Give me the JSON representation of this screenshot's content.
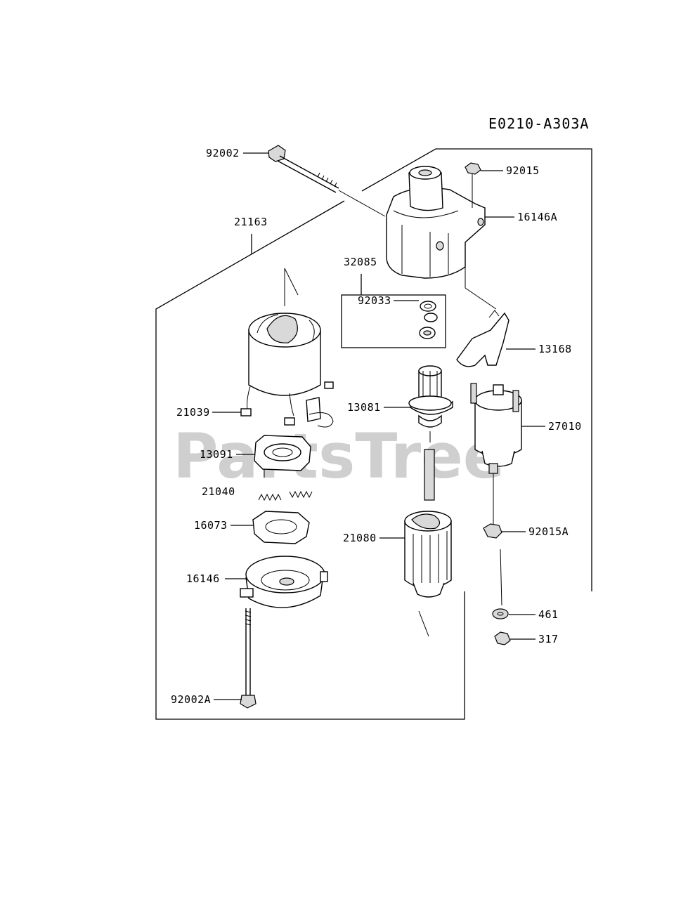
{
  "diagram_code": "E0210-A303A",
  "watermark": "PartsTree",
  "watermark_tm": "TM",
  "parts": [
    {
      "id": "92002",
      "label": "92002"
    },
    {
      "id": "92015",
      "label": "92015"
    },
    {
      "id": "16146A",
      "label": "16146A"
    },
    {
      "id": "21163",
      "label": "21163"
    },
    {
      "id": "32085",
      "label": "32085"
    },
    {
      "id": "92033",
      "label": "92033"
    },
    {
      "id": "13168",
      "label": "13168"
    },
    {
      "id": "21039",
      "label": "21039"
    },
    {
      "id": "13081",
      "label": "13081"
    },
    {
      "id": "27010",
      "label": "27010"
    },
    {
      "id": "13091",
      "label": "13091"
    },
    {
      "id": "21040",
      "label": "21040"
    },
    {
      "id": "16073",
      "label": "16073"
    },
    {
      "id": "21080",
      "label": "21080"
    },
    {
      "id": "92015A",
      "label": "92015A"
    },
    {
      "id": "16146",
      "label": "16146"
    },
    {
      "id": "461",
      "label": "461"
    },
    {
      "id": "317",
      "label": "317"
    },
    {
      "id": "92002A",
      "label": "92002A"
    }
  ]
}
